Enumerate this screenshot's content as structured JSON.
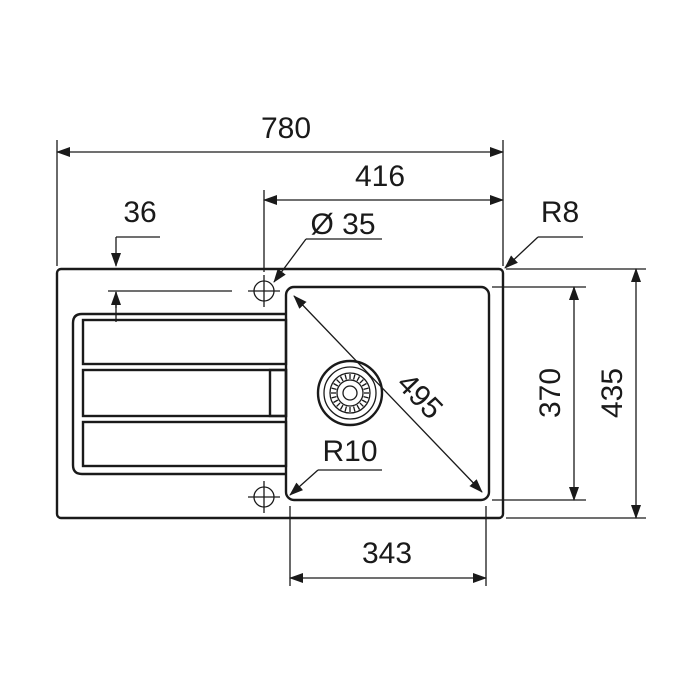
{
  "dimensions": {
    "overall_width": "780",
    "bowl_section_width": "416",
    "tap_hole_offset": "36",
    "tap_hole_diameter": "Ø 35",
    "outer_corner_radius": "R8",
    "bowl_diagonal": "495",
    "bowl_corner_radius": "R10",
    "bowl_width": "343",
    "bowl_depth": "370",
    "overall_depth": "435"
  },
  "colors": {
    "line": "#1a1a1a",
    "background": "#ffffff"
  }
}
